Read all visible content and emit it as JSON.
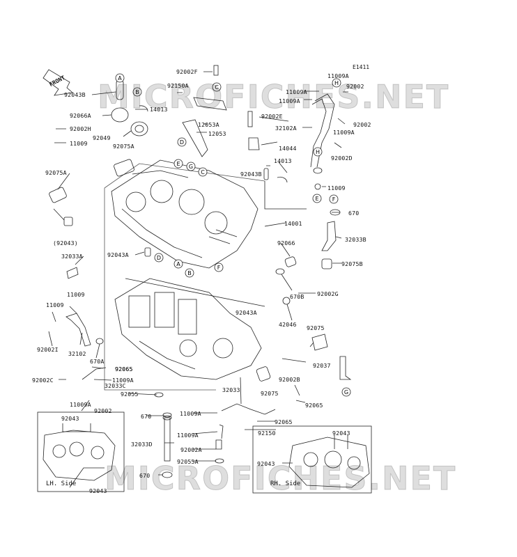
{
  "diagram": {
    "code": "E1411",
    "front_label": "FRONT",
    "watermark": "MICROFICHES.NET",
    "lh_side": "LH. Side",
    "rh_side": "RH. Side"
  },
  "part_labels": [
    "92002F",
    "92150A",
    "11009A",
    "11009A",
    "92002",
    "11009A",
    "92043B",
    "14013",
    "92066A",
    "92002E",
    "32102A",
    "11009A",
    "92002",
    "12053A",
    "12053",
    "92002H",
    "92049",
    "11009",
    "92075A",
    "14044",
    "92002D",
    "14013",
    "92043B",
    "92075A",
    "11009",
    "670",
    "14001",
    "(92043)",
    "32033B",
    "92066",
    "92043A",
    "92075B",
    "32033A",
    "11009",
    "670B",
    "92002G",
    "11009",
    "92043A",
    "42046",
    "92075",
    "92002I",
    "32102",
    "670A",
    "92065",
    "92037",
    "92065",
    "11009A",
    "92002C",
    "32033C",
    "92055",
    "92002B",
    "32033",
    "92065",
    "11009A",
    "92075",
    "670",
    "11009A",
    "92002",
    "92065",
    "92043",
    "32033D",
    "92150",
    "11009A",
    "92043",
    "92002A",
    "92055A",
    "92043",
    "670",
    "92043"
  ],
  "ref_letters": [
    "A",
    "B",
    "C",
    "D",
    "E",
    "G",
    "C",
    "A",
    "B",
    "D",
    "F",
    "E",
    "F",
    "H",
    "G",
    "H"
  ]
}
